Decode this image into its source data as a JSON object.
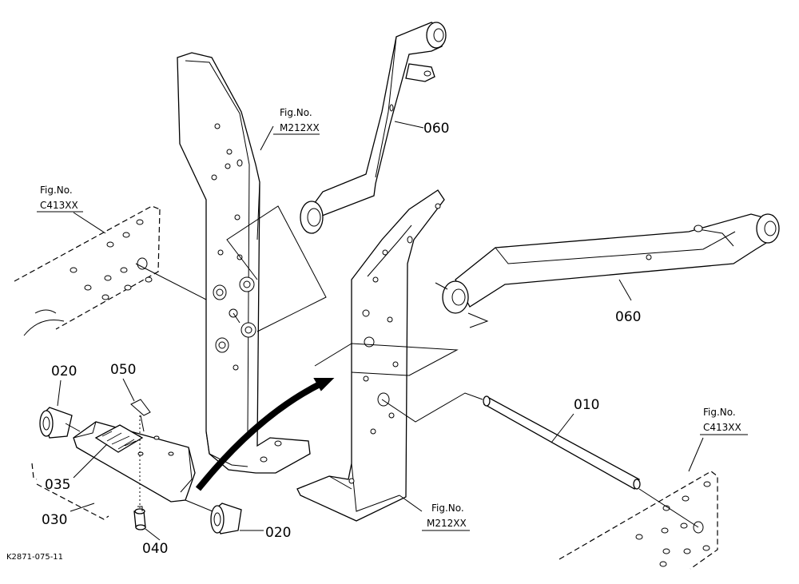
{
  "drawing": {
    "code": "K2871-075-11"
  },
  "parts": {
    "p010": "010",
    "p020_top": "020",
    "p020_bottom": "020",
    "p030": "030",
    "p035": "035",
    "p040": "040",
    "p050": "050",
    "p060_top": "060",
    "p060_right": "060"
  },
  "references": {
    "fig_label": "Fig.No.",
    "m212_top": "M212XX",
    "m212_bottom": "M212XX",
    "c413_left": "C413XX",
    "c413_right": "C413XX"
  }
}
